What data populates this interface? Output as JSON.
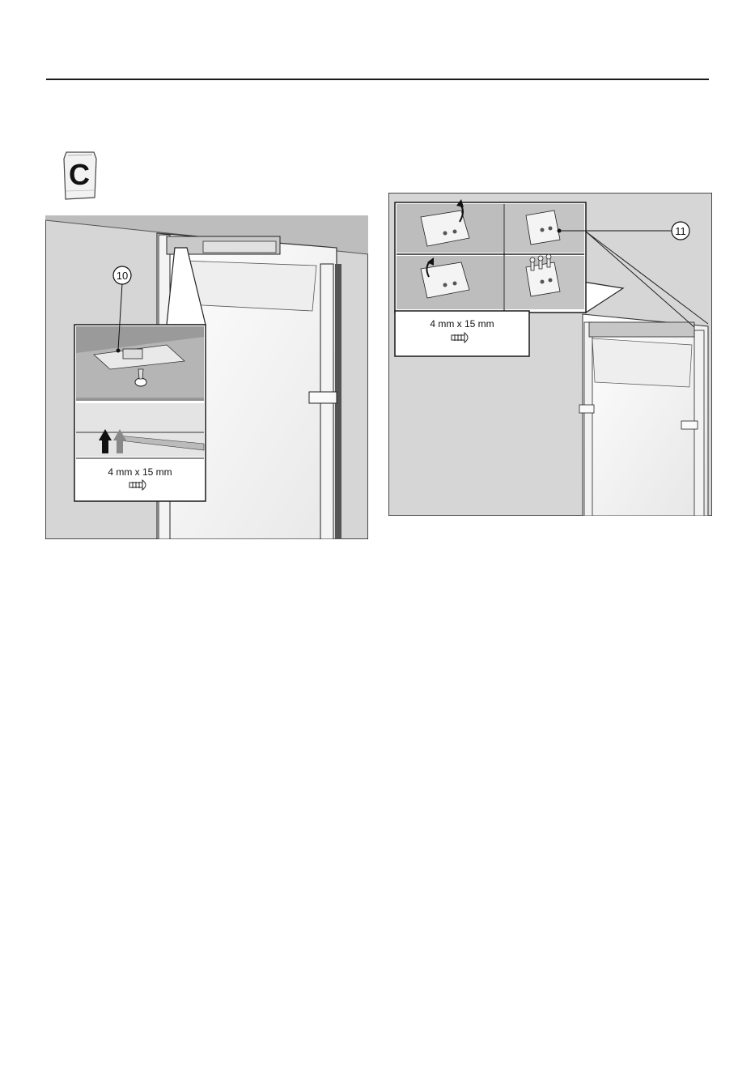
{
  "header": {
    "rule": true
  },
  "bag_label": "C",
  "figure_left": {
    "callout": "10",
    "screw_size": "4 mm x 15 mm"
  },
  "figure_right": {
    "callout": "11",
    "screw_size": "4 mm x 15 mm"
  },
  "colors": {
    "panel_bg": "#d9d9d9",
    "panel_dark": "#8f8f8f",
    "line": "#1a1a1a",
    "white": "#ffffff"
  }
}
